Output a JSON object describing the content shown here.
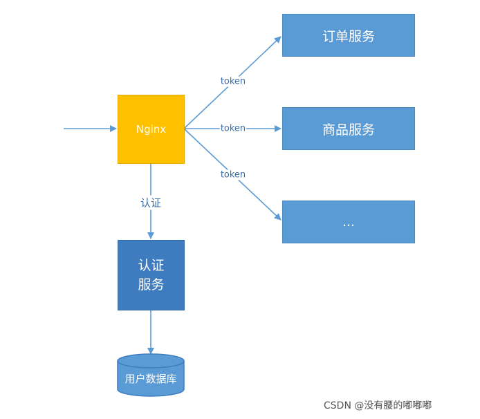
{
  "nginx": {
    "label": "Nginx"
  },
  "services": [
    {
      "label": "订单服务"
    },
    {
      "label": "商品服务"
    },
    {
      "label": "..."
    }
  ],
  "edges": {
    "token_labels": [
      "token",
      "token",
      "token"
    ],
    "auth_label": "认证"
  },
  "auth_service": {
    "line1": "认证",
    "line2": "服务"
  },
  "database": {
    "label": "用户数据库"
  },
  "watermark": "CSDN @没有腰的嘟嘟嘟",
  "colors": {
    "nginx": "#ffc000",
    "service": "#5b9bd5",
    "auth": "#3f7cbf",
    "line": "#5b9bd5"
  }
}
